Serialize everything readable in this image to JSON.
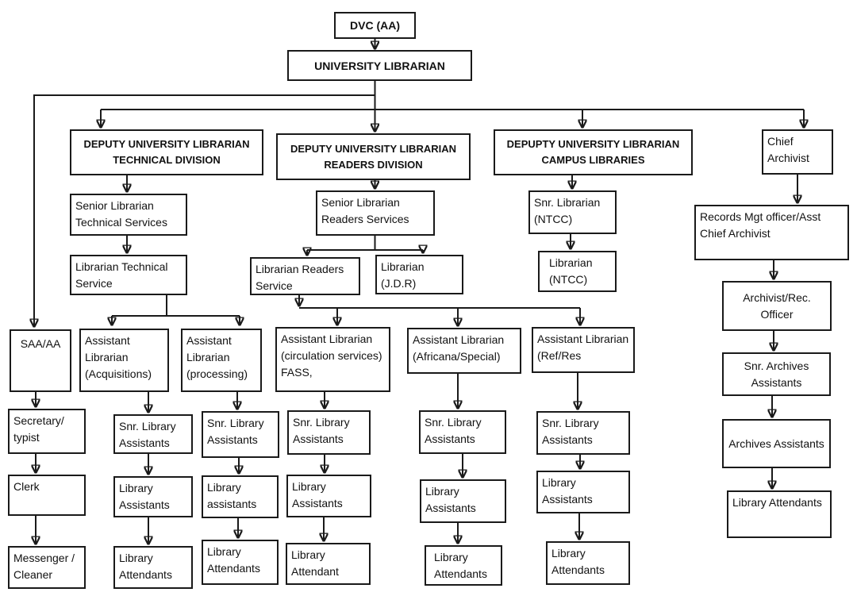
{
  "colors": {
    "background": "#ffffff",
    "box_border": "#1a1a1a",
    "text": "#111111"
  },
  "nodes": {
    "dvc": {
      "label": "DVC (AA)"
    },
    "university_librarian": {
      "label": "UNIVERSITY LIBRARIAN"
    },
    "dul_technical": {
      "label": "DEPUTY UNIVERSITY LIBRARIAN TECHNICAL DIVISION"
    },
    "dul_readers": {
      "label": "DEPUTY UNIVERSITY LIBRARIAN READERS DIVISION"
    },
    "dul_campus": {
      "label": "DEPUPTY UNIVERSITY LIBRARIAN CAMPUS LIBRARIES"
    },
    "chief_archivist": {
      "label": "Chief Archivist"
    },
    "snr_librarian_technical": {
      "label": "Senior Librarian Technical Services"
    },
    "librarian_technical": {
      "label": "Librarian Technical Service"
    },
    "snr_librarian_readers": {
      "label": "Senior Librarian Readers Services"
    },
    "librarian_readers": {
      "label": "Librarian Readers Service"
    },
    "librarian_jdr": {
      "label": "Librarian (J.D.R)"
    },
    "snr_librarian_ntcc": {
      "label": "Snr. Librarian (NTCC)"
    },
    "librarian_ntcc": {
      "label": "Librarian (NTCC)"
    },
    "records_mgt_officer": {
      "label": "Records Mgt officer/Asst Chief Archivist"
    },
    "archivist_rec_officer": {
      "label": "Archivist/Rec. Officer"
    },
    "saa_aa": {
      "label": "SAA/AA"
    },
    "al_acquisitions": {
      "label": "Assistant Librarian (Acquisitions)"
    },
    "al_processing": {
      "label": "Assistant Librarian (processing)"
    },
    "al_circulation": {
      "label": "Assistant Librarian (circulation services) FASS,"
    },
    "al_africana": {
      "label": "Assistant Librarian (Africana/Special)"
    },
    "al_ref_res": {
      "label": "Assistant Librarian (Ref/Res"
    },
    "snr_library_assistants_acq": {
      "label": "Snr. Library Assistants"
    },
    "library_assistants_acq": {
      "label": "Library Assistants"
    },
    "library_attendants_acq": {
      "label": "Library Attendants"
    },
    "snr_library_assistants_proc": {
      "label": "Snr. Library Assistants"
    },
    "library_assistants_proc": {
      "label": "Library assistants"
    },
    "library_attendants_proc": {
      "label": "Library Attendants"
    },
    "snr_library_assistants_circ": {
      "label": "Snr. Library Assistants"
    },
    "library_assistants_circ": {
      "label": "Library Assistants"
    },
    "library_attendant_circ": {
      "label": "Library Attendant"
    },
    "snr_library_assistants_afr": {
      "label": "Snr. Library Assistants"
    },
    "library_assistants_afr": {
      "label": "Library Assistants"
    },
    "library_attendants_afr": {
      "label": "Library Attendants"
    },
    "snr_library_assistants_ref": {
      "label": "Snr. Library Assistants"
    },
    "library_assistants_ref": {
      "label": "Library Assistants"
    },
    "library_attendants_ref": {
      "label": "Library Attendants"
    },
    "snr_archives_assistants": {
      "label": "Snr. Archives Assistants"
    },
    "archives_assistants": {
      "label": "Archives Assistants"
    },
    "library_attendants_archives": {
      "label": "Library Attendants"
    },
    "secretary_typist": {
      "label": "Secretary/ typist"
    },
    "clerk": {
      "label": "Clerk"
    },
    "messenger_cleaner": {
      "label": "Messenger / Cleaner"
    }
  },
  "edges": [
    [
      "dvc",
      "university_librarian"
    ],
    [
      "university_librarian",
      "dul_technical"
    ],
    [
      "university_librarian",
      "dul_readers"
    ],
    [
      "university_librarian",
      "dul_campus"
    ],
    [
      "university_librarian",
      "chief_archivist"
    ],
    [
      "university_librarian",
      "saa_aa"
    ],
    [
      "dul_technical",
      "snr_librarian_technical"
    ],
    [
      "snr_librarian_technical",
      "librarian_technical"
    ],
    [
      "librarian_technical",
      "al_acquisitions"
    ],
    [
      "librarian_technical",
      "al_processing"
    ],
    [
      "dul_readers",
      "snr_librarian_readers"
    ],
    [
      "snr_librarian_readers",
      "librarian_readers"
    ],
    [
      "snr_librarian_readers",
      "librarian_jdr"
    ],
    [
      "librarian_readers",
      "al_circulation"
    ],
    [
      "librarian_readers",
      "al_africana"
    ],
    [
      "librarian_readers",
      "al_ref_res"
    ],
    [
      "dul_campus",
      "snr_librarian_ntcc"
    ],
    [
      "snr_librarian_ntcc",
      "librarian_ntcc"
    ],
    [
      "chief_archivist",
      "records_mgt_officer"
    ],
    [
      "records_mgt_officer",
      "archivist_rec_officer"
    ],
    [
      "archivist_rec_officer",
      "snr_archives_assistants"
    ],
    [
      "snr_archives_assistants",
      "archives_assistants"
    ],
    [
      "archives_assistants",
      "library_attendants_archives"
    ],
    [
      "saa_aa",
      "secretary_typist"
    ],
    [
      "secretary_typist",
      "clerk"
    ],
    [
      "clerk",
      "messenger_cleaner"
    ],
    [
      "al_acquisitions",
      "snr_library_assistants_acq"
    ],
    [
      "snr_library_assistants_acq",
      "library_assistants_acq"
    ],
    [
      "library_assistants_acq",
      "library_attendants_acq"
    ],
    [
      "al_processing",
      "snr_library_assistants_proc"
    ],
    [
      "snr_library_assistants_proc",
      "library_assistants_proc"
    ],
    [
      "library_assistants_proc",
      "library_attendants_proc"
    ],
    [
      "al_circulation",
      "snr_library_assistants_circ"
    ],
    [
      "snr_library_assistants_circ",
      "library_assistants_circ"
    ],
    [
      "library_assistants_circ",
      "library_attendant_circ"
    ],
    [
      "al_africana",
      "snr_library_assistants_afr"
    ],
    [
      "snr_library_assistants_afr",
      "library_assistants_afr"
    ],
    [
      "library_assistants_afr",
      "library_attendants_afr"
    ],
    [
      "al_ref_res",
      "snr_library_assistants_ref"
    ],
    [
      "snr_library_assistants_ref",
      "library_assistants_ref"
    ],
    [
      "library_assistants_ref",
      "library_attendants_ref"
    ]
  ]
}
